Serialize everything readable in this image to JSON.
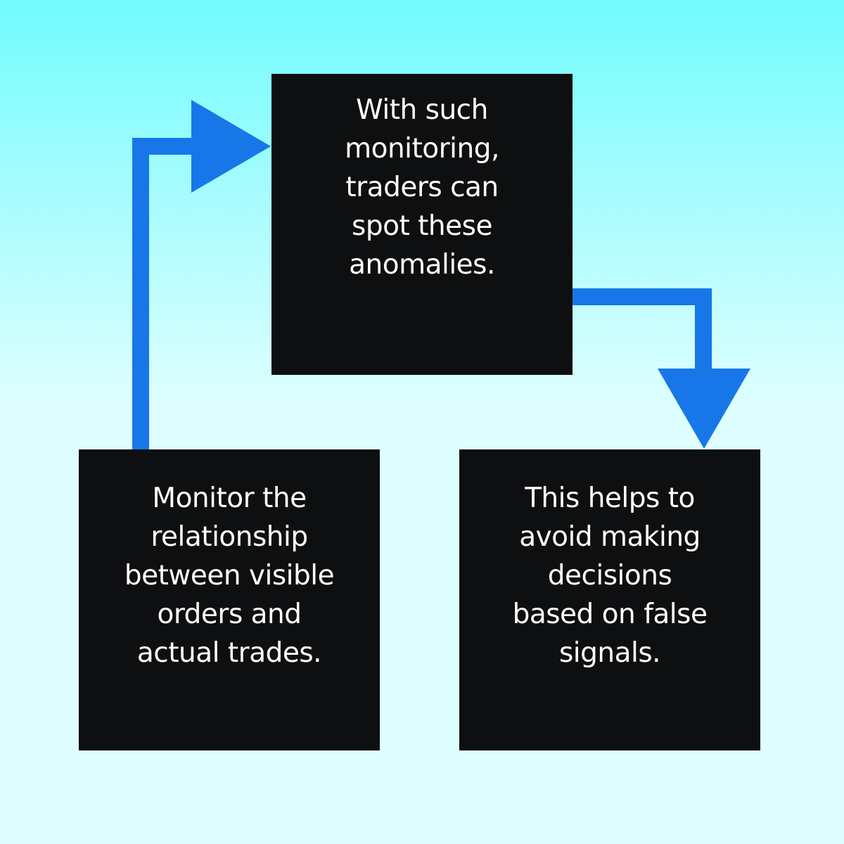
{
  "colors": {
    "background_top": "#72FBFD",
    "background_bottom": "#DFFEFF",
    "box": "#0D0F11",
    "arrow": "#1877E8",
    "text": "#FFFFFF"
  },
  "steps": [
    {
      "id": "top",
      "text": "With such\nmonitoring,\ntraders can\nspot these\nanomalies."
    },
    {
      "id": "left",
      "text": "Monitor the\nrelationship\nbetween visible\norders and\nactual trades."
    },
    {
      "id": "right",
      "text": "This helps to\navoid making\ndecisions\nbased on false\nsignals."
    }
  ],
  "connectors": [
    {
      "from": "left",
      "to": "top",
      "icon": "arrow-right-icon"
    },
    {
      "from": "top",
      "to": "right",
      "icon": "arrow-down-icon"
    }
  ]
}
